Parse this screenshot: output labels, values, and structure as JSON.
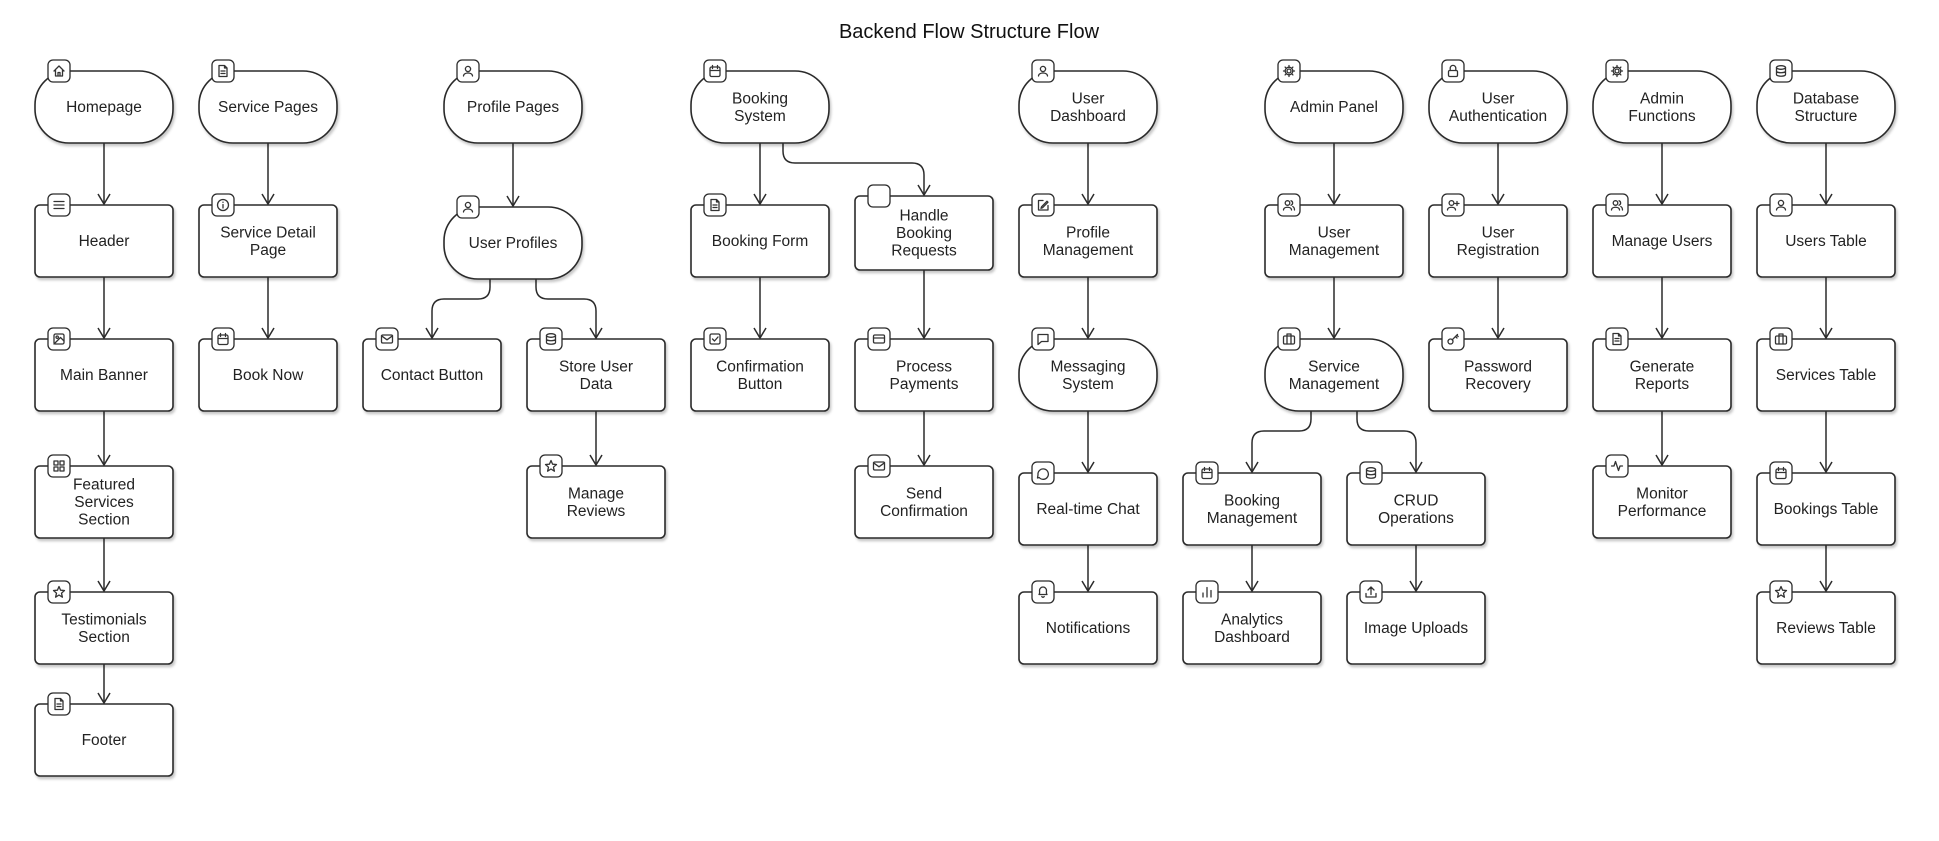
{
  "title": "Backend Flow Structure Flow",
  "nodes": [
    {
      "id": "homepage",
      "label": "Homepage",
      "shape": "terminal",
      "icon": "home-icon"
    },
    {
      "id": "header",
      "label": "Header",
      "shape": "process",
      "icon": "menu-icon"
    },
    {
      "id": "main-banner",
      "label": "Main Banner",
      "shape": "process",
      "icon": "image-icon"
    },
    {
      "id": "featured-services-section",
      "label": "Featured Services Section",
      "shape": "process",
      "icon": "grid-icon"
    },
    {
      "id": "testimonials-section",
      "label": "Testimonials Section",
      "shape": "process",
      "icon": "star-icon"
    },
    {
      "id": "footer",
      "label": "Footer",
      "shape": "process",
      "icon": "file-icon"
    },
    {
      "id": "service-pages",
      "label": "Service Pages",
      "shape": "terminal",
      "icon": "file-icon"
    },
    {
      "id": "service-detail-page",
      "label": "Service Detail Page",
      "shape": "process",
      "icon": "info-icon"
    },
    {
      "id": "book-now",
      "label": "Book Now",
      "shape": "process",
      "icon": "calendar-icon"
    },
    {
      "id": "profile-pages",
      "label": "Profile Pages",
      "shape": "terminal",
      "icon": "user-icon"
    },
    {
      "id": "user-profiles",
      "label": "User Profiles",
      "shape": "terminal",
      "icon": "user-icon"
    },
    {
      "id": "contact-button",
      "label": "Contact Button",
      "shape": "process",
      "icon": "mail-icon"
    },
    {
      "id": "store-user-data",
      "label": "Store User Data",
      "shape": "process",
      "icon": "database-icon"
    },
    {
      "id": "manage-reviews",
      "label": "Manage Reviews",
      "shape": "process",
      "icon": "star-icon"
    },
    {
      "id": "booking-system",
      "label": "Booking System",
      "shape": "terminal",
      "icon": "calendar-icon"
    },
    {
      "id": "booking-form",
      "label": "Booking Form",
      "shape": "process",
      "icon": "file-icon"
    },
    {
      "id": "confirmation-button",
      "label": "Confirmation Button",
      "shape": "process",
      "icon": "check-square-icon"
    },
    {
      "id": "handle-booking-requests",
      "label": "Handle Booking Requests",
      "shape": "process",
      "icon": "blank-icon"
    },
    {
      "id": "process-payments",
      "label": "Process Payments",
      "shape": "process",
      "icon": "credit-card-icon"
    },
    {
      "id": "send-confirmation",
      "label": "Send Confirmation",
      "shape": "process",
      "icon": "mail-icon"
    },
    {
      "id": "user-dashboard",
      "label": "User Dashboard",
      "shape": "terminal",
      "icon": "user-icon"
    },
    {
      "id": "profile-management",
      "label": "Profile Management",
      "shape": "process",
      "icon": "edit-icon"
    },
    {
      "id": "messaging-system",
      "label": "Messaging System",
      "shape": "terminal",
      "icon": "message-square-icon"
    },
    {
      "id": "real-time-chat",
      "label": "Real-time Chat",
      "shape": "process",
      "icon": "message-circle-icon"
    },
    {
      "id": "notifications",
      "label": "Notifications",
      "shape": "process",
      "icon": "bell-icon"
    },
    {
      "id": "admin-panel",
      "label": "Admin Panel",
      "shape": "terminal",
      "icon": "gear-icon"
    },
    {
      "id": "user-management",
      "label": "User Management",
      "shape": "process",
      "icon": "users-icon"
    },
    {
      "id": "service-management",
      "label": "Service Management",
      "shape": "terminal",
      "icon": "briefcase-icon"
    },
    {
      "id": "booking-management",
      "label": "Booking Management",
      "shape": "process",
      "icon": "calendar-icon"
    },
    {
      "id": "analytics-dashboard",
      "label": "Analytics Dashboard",
      "shape": "process",
      "icon": "bar-chart-icon"
    },
    {
      "id": "crud-operations",
      "label": "CRUD Operations",
      "shape": "process",
      "icon": "database-icon"
    },
    {
      "id": "image-uploads",
      "label": "Image Uploads",
      "shape": "process",
      "icon": "upload-icon"
    },
    {
      "id": "user-authentication",
      "label": "User Authentication",
      "shape": "terminal",
      "icon": "lock-icon"
    },
    {
      "id": "user-registration",
      "label": "User Registration",
      "shape": "process",
      "icon": "user-plus-icon"
    },
    {
      "id": "password-recovery",
      "label": "Password Recovery",
      "shape": "process",
      "icon": "key-icon"
    },
    {
      "id": "admin-functions",
      "label": "Admin Functions",
      "shape": "terminal",
      "icon": "gear-icon"
    },
    {
      "id": "manage-users",
      "label": "Manage Users",
      "shape": "process",
      "icon": "users-icon"
    },
    {
      "id": "generate-reports",
      "label": "Generate Reports",
      "shape": "process",
      "icon": "file-text-icon"
    },
    {
      "id": "monitor-performance",
      "label": "Monitor Performance",
      "shape": "process",
      "icon": "activity-icon"
    },
    {
      "id": "database-structure",
      "label": "Database Structure",
      "shape": "terminal",
      "icon": "database-icon"
    },
    {
      "id": "users-table",
      "label": "Users Table",
      "shape": "process",
      "icon": "user-icon"
    },
    {
      "id": "services-table",
      "label": "Services Table",
      "shape": "process",
      "icon": "briefcase-icon"
    },
    {
      "id": "bookings-table",
      "label": "Bookings Table",
      "shape": "process",
      "icon": "calendar-icon"
    },
    {
      "id": "reviews-table",
      "label": "Reviews Table",
      "shape": "process",
      "icon": "star-icon"
    }
  ],
  "edges": [
    {
      "from": "homepage",
      "to": "header"
    },
    {
      "from": "header",
      "to": "main-banner"
    },
    {
      "from": "main-banner",
      "to": "featured-services-section"
    },
    {
      "from": "featured-services-section",
      "to": "testimonials-section"
    },
    {
      "from": "testimonials-section",
      "to": "footer"
    },
    {
      "from": "service-pages",
      "to": "service-detail-page"
    },
    {
      "from": "service-detail-page",
      "to": "book-now"
    },
    {
      "from": "profile-pages",
      "to": "user-profiles"
    },
    {
      "from": "user-profiles",
      "to": "contact-button"
    },
    {
      "from": "user-profiles",
      "to": "store-user-data"
    },
    {
      "from": "store-user-data",
      "to": "manage-reviews"
    },
    {
      "from": "booking-system",
      "to": "booking-form"
    },
    {
      "from": "booking-system",
      "to": "handle-booking-requests"
    },
    {
      "from": "booking-form",
      "to": "confirmation-button"
    },
    {
      "from": "handle-booking-requests",
      "to": "process-payments"
    },
    {
      "from": "process-payments",
      "to": "send-confirmation"
    },
    {
      "from": "user-dashboard",
      "to": "profile-management"
    },
    {
      "from": "profile-management",
      "to": "messaging-system"
    },
    {
      "from": "messaging-system",
      "to": "real-time-chat"
    },
    {
      "from": "real-time-chat",
      "to": "notifications"
    },
    {
      "from": "admin-panel",
      "to": "user-management"
    },
    {
      "from": "user-management",
      "to": "service-management"
    },
    {
      "from": "service-management",
      "to": "booking-management"
    },
    {
      "from": "service-management",
      "to": "crud-operations"
    },
    {
      "from": "booking-management",
      "to": "analytics-dashboard"
    },
    {
      "from": "crud-operations",
      "to": "image-uploads"
    },
    {
      "from": "user-authentication",
      "to": "user-registration"
    },
    {
      "from": "user-registration",
      "to": "password-recovery"
    },
    {
      "from": "admin-functions",
      "to": "manage-users"
    },
    {
      "from": "manage-users",
      "to": "generate-reports"
    },
    {
      "from": "generate-reports",
      "to": "monitor-performance"
    },
    {
      "from": "database-structure",
      "to": "users-table"
    },
    {
      "from": "users-table",
      "to": "services-table"
    },
    {
      "from": "services-table",
      "to": "bookings-table"
    },
    {
      "from": "bookings-table",
      "to": "reviews-table"
    }
  ]
}
